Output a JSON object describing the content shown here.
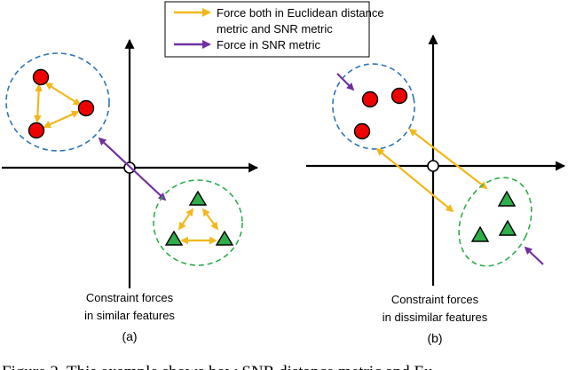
{
  "legend": {
    "yellow_line1": "Force both in Euclidean distance",
    "yellow_line2": "metric and SNR metric",
    "purple": "Force in SNR metric"
  },
  "panel_a": {
    "caption_line1": "Constraint forces",
    "caption_line2": "in similar features",
    "label": "(a)"
  },
  "panel_b": {
    "caption_line1": "Constraint forces",
    "caption_line2": "in dissimilar features",
    "label": "(b)"
  },
  "figure_caption": "Figure 2.  This example shows how SNR distance metric and Eu",
  "colors": {
    "yellow": "#F2B81B",
    "purple": "#7030A0",
    "red": "#EE0000",
    "green": "#2EAD4B",
    "blue_dash": "#2E75B6",
    "green_dash": "#2EAD4B"
  }
}
